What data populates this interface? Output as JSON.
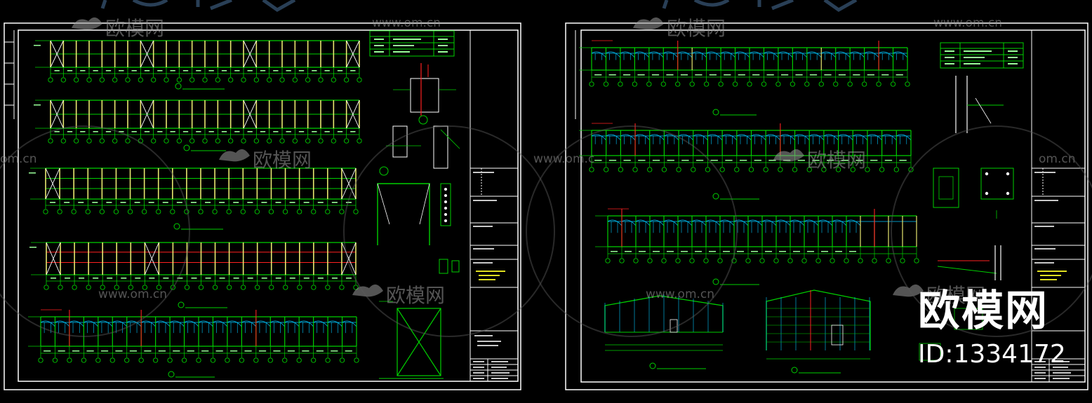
{
  "watermark": {
    "brand": "欧模网",
    "site": "www.om.cn",
    "site_cut": "om.cn",
    "site_short": "www.om.c"
  },
  "brand_overlay": {
    "name": "欧模网",
    "id": "ID:1334172"
  },
  "colors": {
    "background": "#000000",
    "frame": "#ffffff",
    "grid": "#00d000",
    "column": "#e8e870",
    "brace": "#ffffff",
    "accent": "#ff2020",
    "cyan": "#00c8ff",
    "watermark": "#9a9a9a"
  }
}
